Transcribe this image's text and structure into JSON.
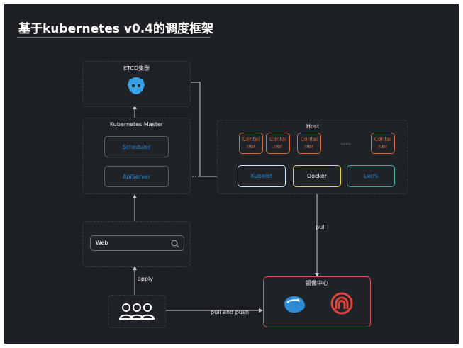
{
  "title": "基于kubernetes v0.4的调度框架",
  "etcd": {
    "label": "ETCD集群",
    "icon": "etcd-logo-icon"
  },
  "master": {
    "label": "Kubernetes Master",
    "scheduler": "Scheduler",
    "apiserver": "ApiServer"
  },
  "web": {
    "label": "Web",
    "icon": "search-icon"
  },
  "users": {
    "icon": "users-group-icon"
  },
  "edges": {
    "apply": "apply",
    "pull_and_push": "pull and push",
    "pull": "pull"
  },
  "host": {
    "label": "Host",
    "containers": [
      {
        "line1": "Contai",
        "line2": "ner"
      },
      {
        "line1": "Contai",
        "line2": "ner"
      },
      {
        "line1": "Contai",
        "line2": "ner"
      },
      {
        "line1": "Contai",
        "line2": "ner"
      }
    ],
    "ellipsis": "----",
    "kubelet": "Kubelet",
    "docker": "Docker",
    "lxcfs": "Lxcfs"
  },
  "registry": {
    "label": "镜像中心",
    "icons": [
      "docker-whale-icon",
      "harbor-registry-icon"
    ]
  },
  "colors": {
    "background": "#1c1f23",
    "container_border": "#d46a3c",
    "kubelet_border": "#cfe6ff",
    "docker_border": "#e8d52f",
    "lxcfs_border": "#2fb39b",
    "registry_border": "#d9534f",
    "link_text": "#2e8bd6"
  }
}
